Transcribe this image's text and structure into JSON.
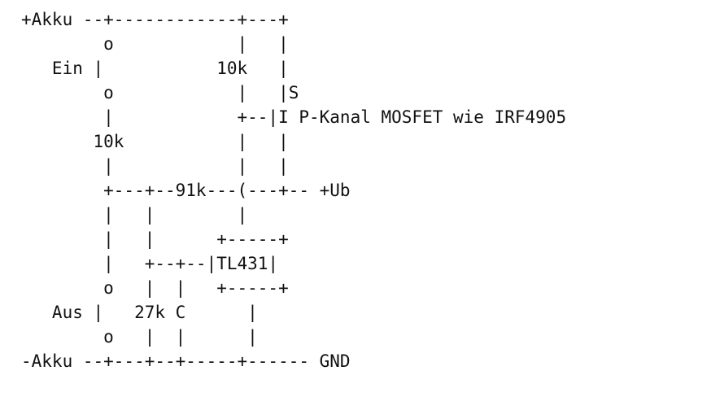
{
  "diagram": {
    "lines": [
      "+Akku --+------------+---+",
      "        o            |   |",
      "   Ein |           10k   |",
      "        o            |   |S",
      "        |            +--|I P-Kanal MOSFET wie IRF4905",
      "       10k           |   |",
      "        |            |   |",
      "        +---+--91k---(---+-- +Ub",
      "        |   |        |",
      "        |   |      +-----+",
      "        |   +--+--|TL431|",
      "        o   |  |   +-----+",
      "   Aus |   27k C      |",
      "        o   |  |      |",
      "-Akku --+---+--+-----+------ GND"
    ]
  }
}
